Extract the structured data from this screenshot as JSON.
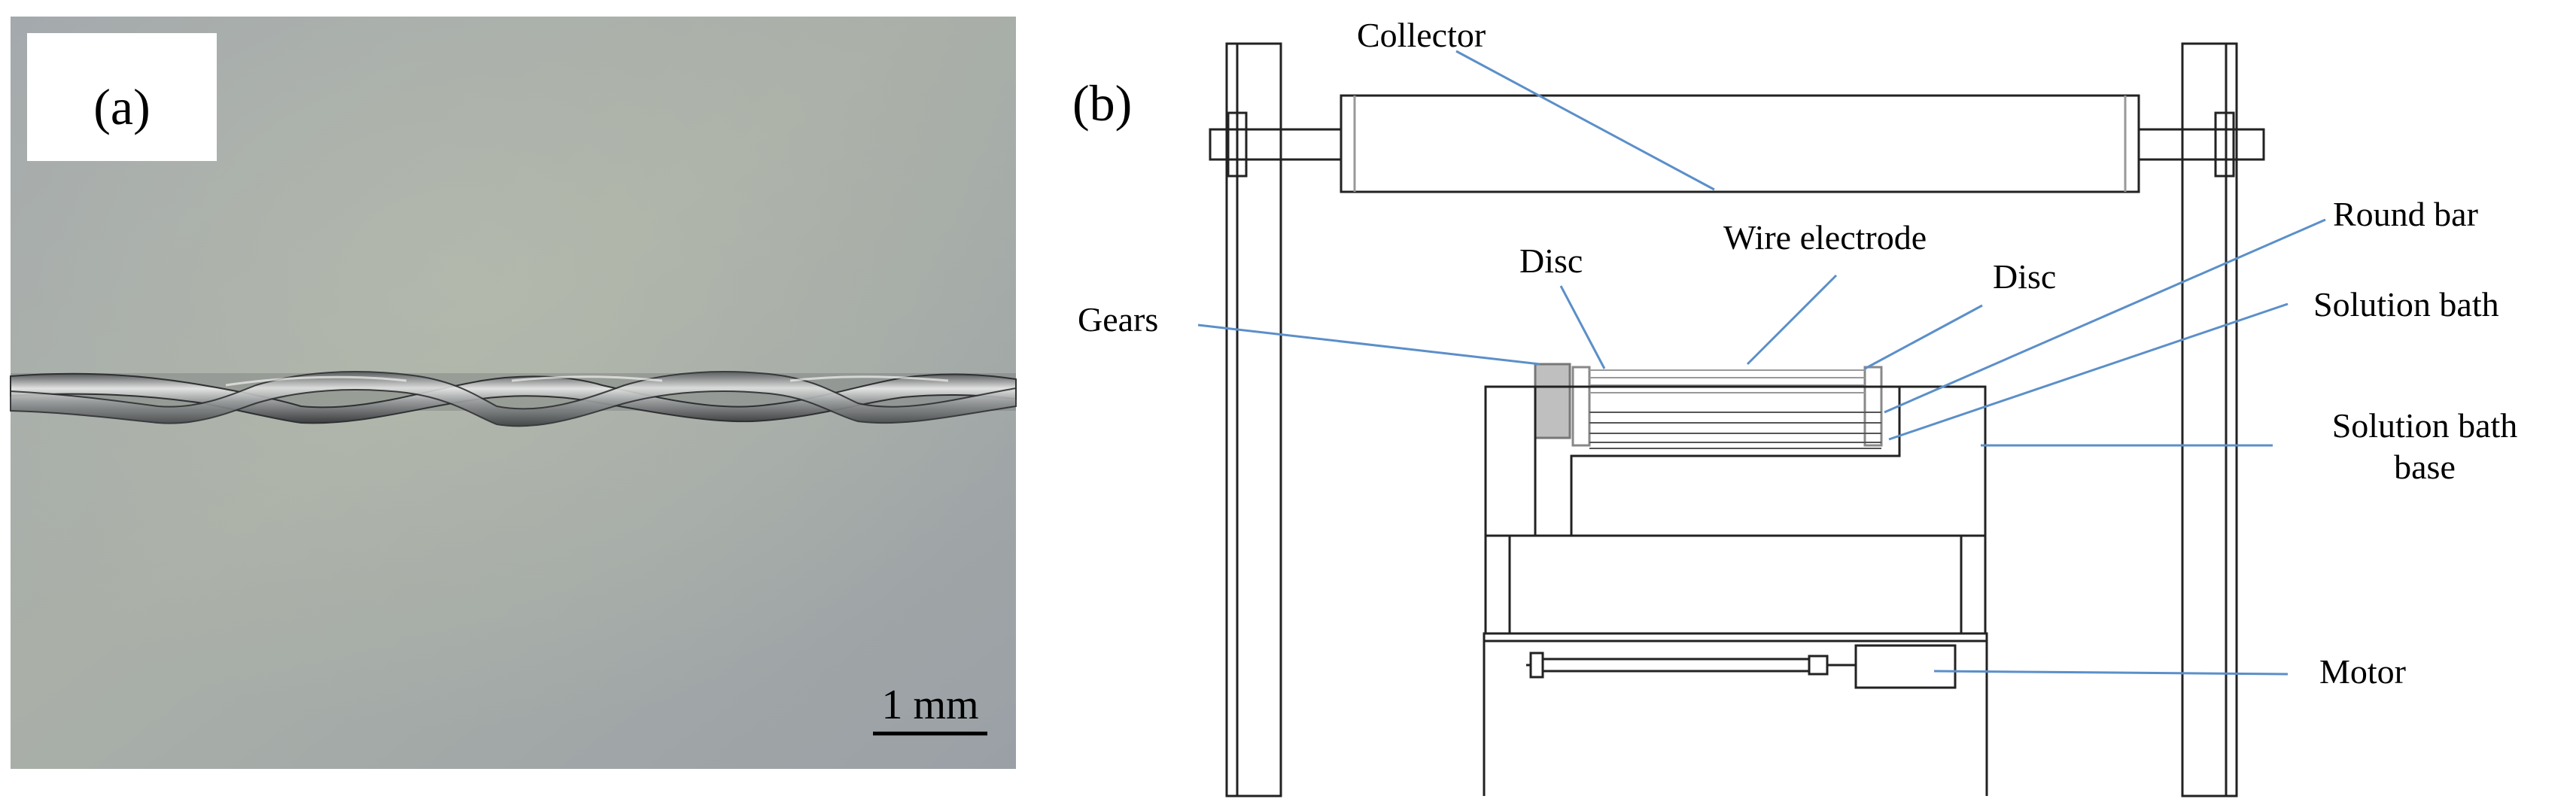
{
  "panels": {
    "a": {
      "tag": "(a)",
      "scale_bar_label": "1 mm"
    },
    "b": {
      "tag": "(b)",
      "labels": {
        "collector": "Collector",
        "disc_left": "Disc",
        "wire_electrode": "Wire electrode",
        "disc_right": "Disc",
        "gears": "Gears",
        "round_bar": "Round bar",
        "solution_bath": "Solution bath",
        "solution_bath_base_line1": "Solution bath",
        "solution_bath_base_line2": "base",
        "motor": "Motor"
      }
    }
  },
  "colors": {
    "leader_line": "#5b8fc9",
    "micrograph_background": "#a7adaa",
    "wire_metal": "#c2c4c4",
    "wire_shadow": "#3c3e40",
    "drawing_line": "#222222"
  }
}
